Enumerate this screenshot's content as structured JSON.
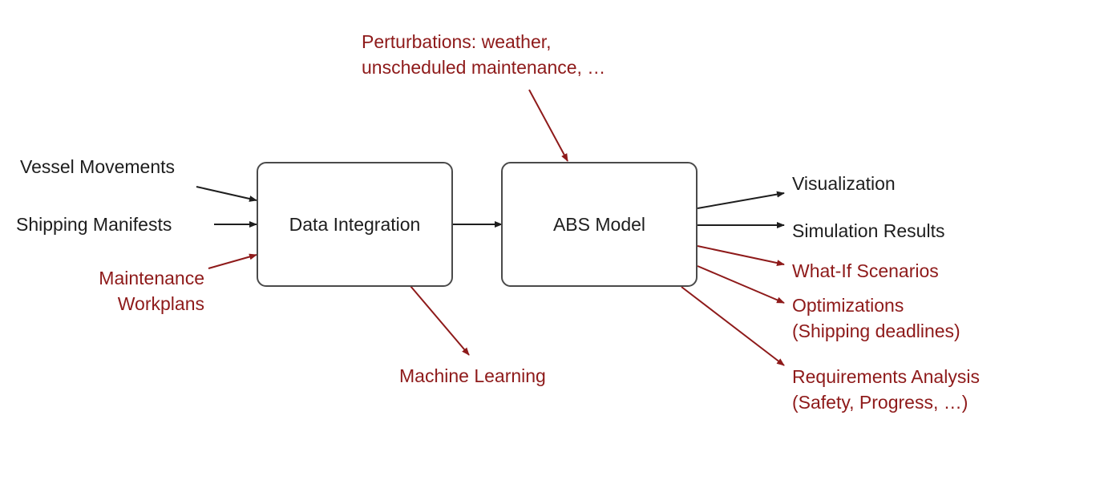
{
  "colors": {
    "primary_text": "#1e1e1e",
    "secondary_red": "#8e1a1a",
    "box_border": "#4a4a4a"
  },
  "nodes": {
    "data_integration": "Data Integration",
    "abs_model": "ABS Model"
  },
  "inputs": {
    "vessel_movements": "Vessel Movements",
    "shipping_manifests": "Shipping Manifests",
    "maintenance_workplans": [
      "Maintenance",
      "Workplans"
    ]
  },
  "perturbations": [
    "Perturbations: weather,",
    "unscheduled maintenance, …"
  ],
  "machine_learning": "Machine Learning",
  "outputs": {
    "visualization": "Visualization",
    "simulation_results": "Simulation Results",
    "what_if": "What-If Scenarios",
    "optimizations": [
      "Optimizations",
      "(Shipping deadlines)"
    ],
    "requirements": [
      "Requirements Analysis",
      "(Safety, Progress, …)"
    ]
  }
}
